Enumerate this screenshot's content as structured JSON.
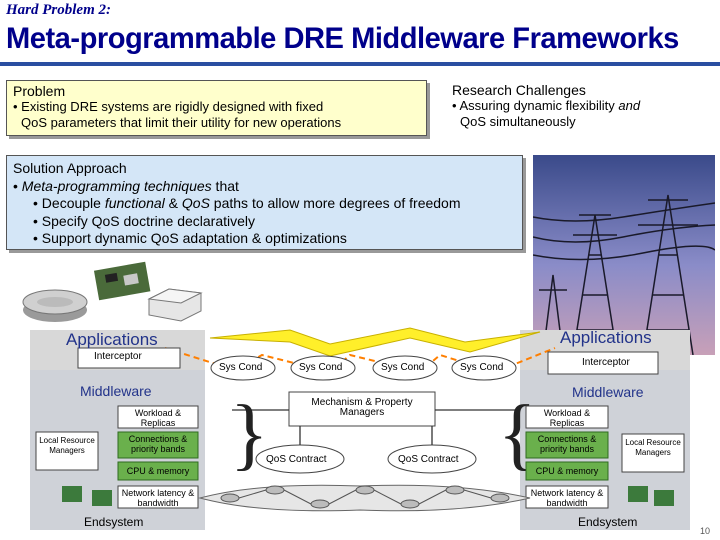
{
  "slide": {
    "kicker": "Hard Problem 2:",
    "title": "Meta-programmable DRE Middleware Frameworks",
    "page_number": "10"
  },
  "problem": {
    "heading": "Problem",
    "bullet_1": "Existing DRE systems are rigidly designed with fixed",
    "bullet_1_cont": "QoS parameters that limit their utility for new operations"
  },
  "research": {
    "heading": "Research Challenges",
    "bullet_1_a": "Assuring dynamic flexibility",
    "bullet_1_and": "and",
    "bullet_1_cont": "QoS simultaneously"
  },
  "solution": {
    "heading": "Solution Approach",
    "bullet_main_em": "Meta-programming techniques",
    "bullet_main_rest": " that",
    "sub_1_a": "Decouple ",
    "sub_1_em1": "functional",
    "sub_1_b": " & ",
    "sub_1_em2": "QoS",
    "sub_1_c": " paths to allow more degrees of freedom",
    "sub_2": "Specify QoS doctrine declaratively",
    "sub_3": "Support dynamic QoS adaptation & optimizations"
  },
  "diagram": {
    "applications_left": "Applications",
    "applications_right": "Applications",
    "interceptor_left": "Interceptor",
    "interceptor_right": "Interceptor",
    "sys_cond": [
      "Sys Cond",
      "Sys Cond",
      "Sys Cond",
      "Sys Cond"
    ],
    "middleware_left": "Middleware",
    "middleware_right": "Middleware",
    "mechanism": "Mechanism & Property Managers",
    "workload_left": "Workload & Replicas",
    "workload_right": "Workload & Replicas",
    "connections_left": "Connections & priority bands",
    "connections_right": "Connections & priority bands",
    "cpu_left": "CPU & memory",
    "cpu_right": "CPU & memory",
    "network_left": "Network latency & bandwidth",
    "network_right": "Network latency & bandwidth",
    "local_left": "Local Resource Managers",
    "local_right": "Local Resource Managers",
    "qos_contract_1": "QoS Contract",
    "qos_contract_2": "QoS Contract",
    "endsystem_left": "Endsystem",
    "endsystem_right": "Endsystem"
  },
  "colors": {
    "title": "#00008b",
    "problem_bg": "#ffffcc",
    "solution_bg": "#d4e6f7",
    "green_box": "#6ab04c",
    "accent_line": "#ff7f00"
  }
}
